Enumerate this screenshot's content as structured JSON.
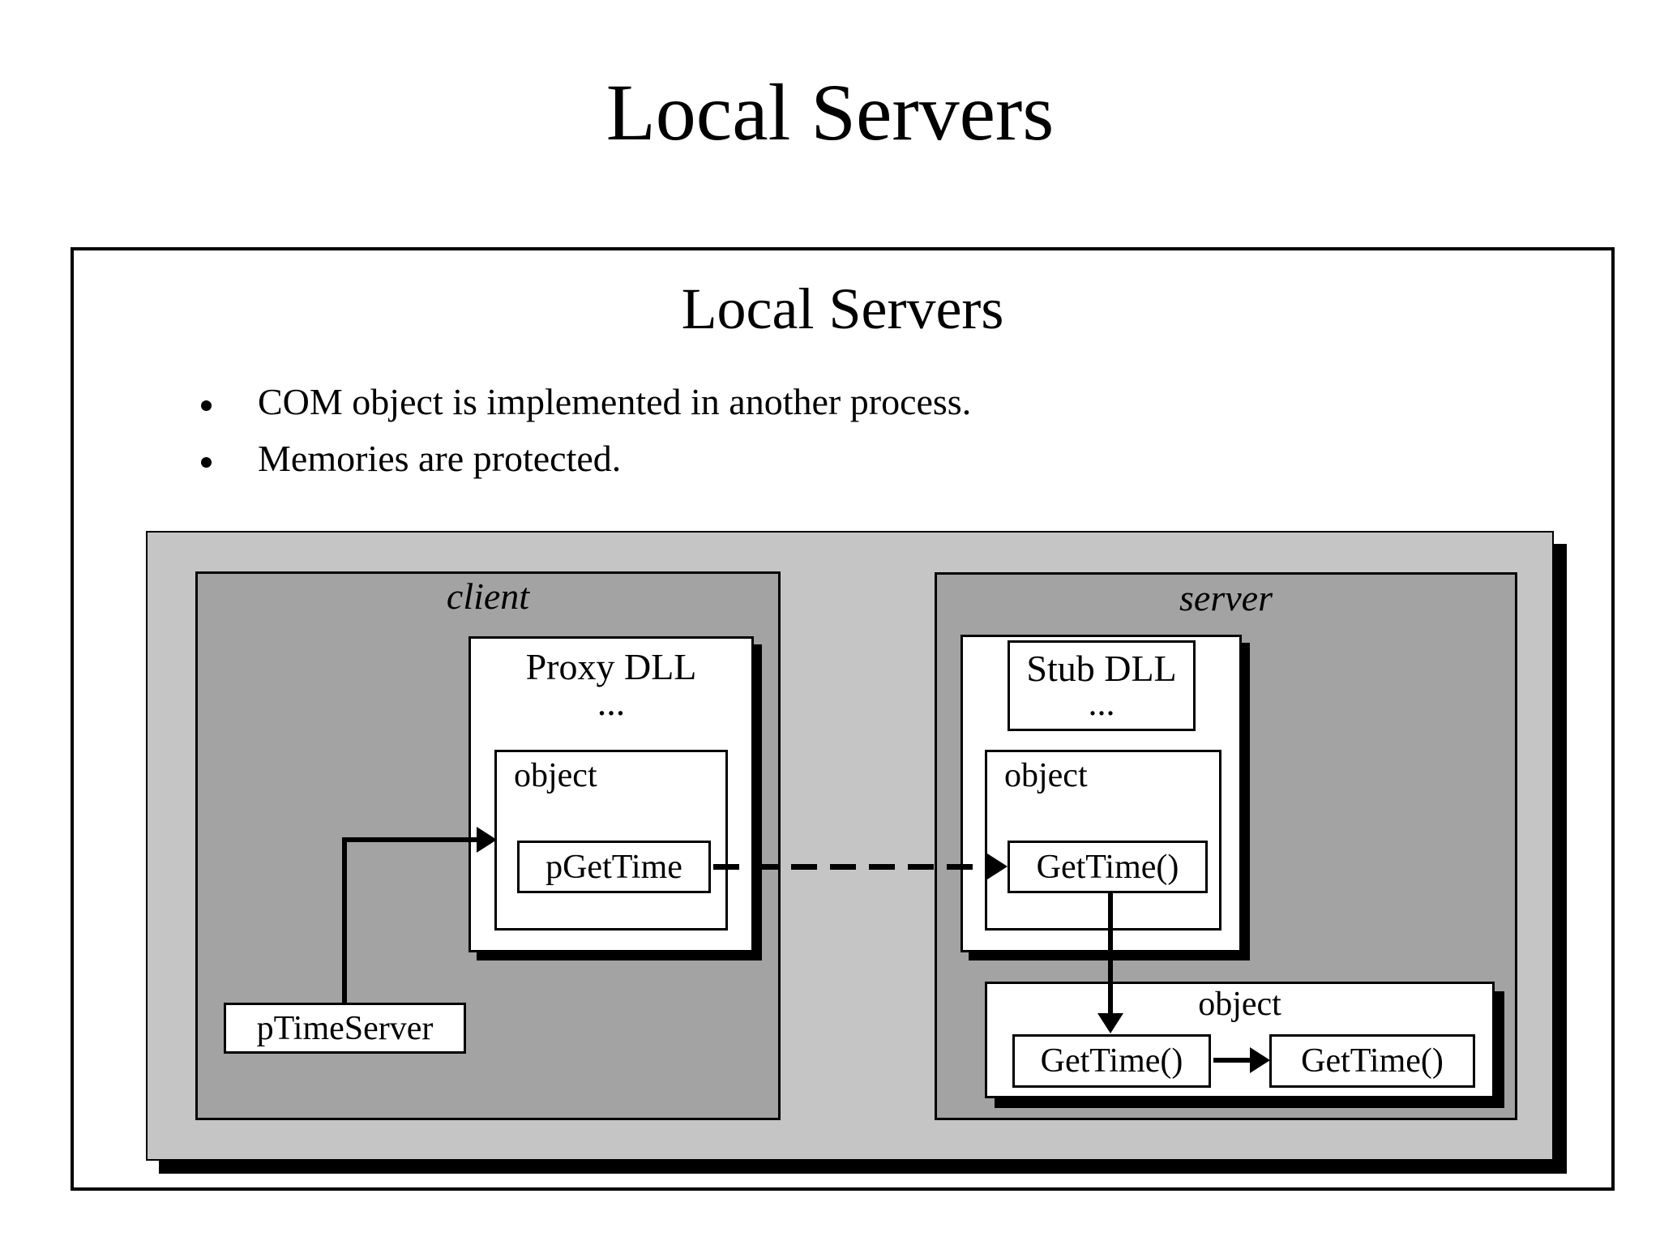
{
  "title": "Local Servers",
  "slide": {
    "heading": "Local Servers",
    "bullets": [
      "COM object is implemented in another process.",
      "Memories are protected."
    ]
  },
  "diagram": {
    "client": {
      "label": "client",
      "proxy": {
        "title": "Proxy DLL",
        "ellipsis": "...",
        "object_label": "object",
        "method": "pGetTime"
      },
      "pointer": "pTimeServer"
    },
    "server": {
      "label": "server",
      "stub": {
        "title": "Stub DLL",
        "ellipsis": "..."
      },
      "object_label": "object",
      "method": "GetTime()",
      "lower_object": {
        "label": "object",
        "method1": "GetTime()",
        "method2": "GetTime()"
      }
    }
  },
  "colors": {
    "diagram_bg": "#c5c5c5",
    "process_bg": "#a3a3a3",
    "ink": "#000000"
  }
}
